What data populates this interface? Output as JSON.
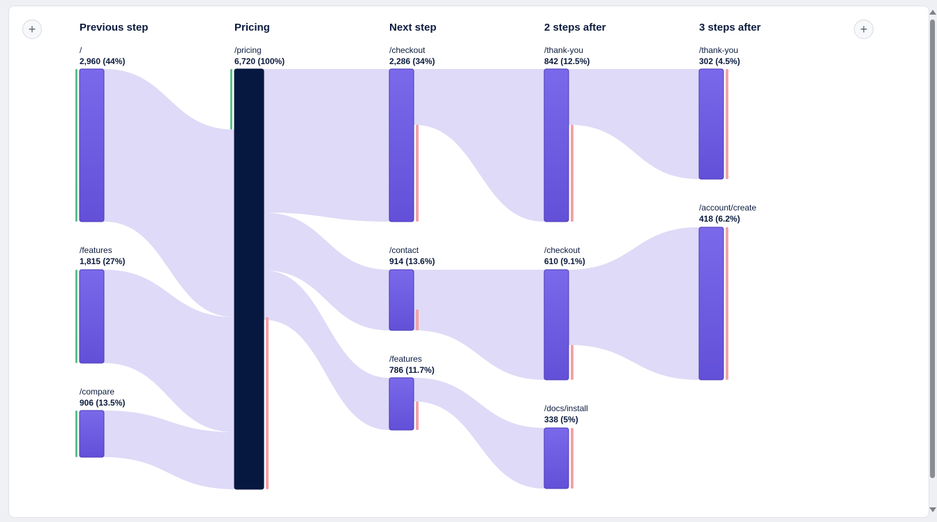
{
  "columns": [
    {
      "title": "Previous step"
    },
    {
      "title": "Pricing"
    },
    {
      "title": "Next step"
    },
    {
      "title": "2 steps after"
    },
    {
      "title": "3 steps after"
    }
  ],
  "nodes": [
    {
      "id": "prev_root",
      "col": 0,
      "path": "/",
      "count": "2,960 (44%)",
      "value": 2960,
      "highlight": false
    },
    {
      "id": "prev_features",
      "col": 0,
      "path": "/features",
      "count": "1,815 (27%)",
      "value": 1815,
      "highlight": false
    },
    {
      "id": "prev_compare",
      "col": 0,
      "path": "/compare",
      "count": "906 (13.5%)",
      "value": 906,
      "highlight": false
    },
    {
      "id": "pricing",
      "col": 1,
      "path": "/pricing",
      "count": "6,720 (100%)",
      "value": 6720,
      "highlight": true
    },
    {
      "id": "n_checkout",
      "col": 2,
      "path": "/checkout",
      "count": "2,286 (34%)",
      "value": 2286,
      "highlight": false
    },
    {
      "id": "n_contact",
      "col": 2,
      "path": "/contact",
      "count": "914 (13.6%)",
      "value": 914,
      "highlight": false
    },
    {
      "id": "n_features",
      "col": 2,
      "path": "/features",
      "count": "786 (11.7%)",
      "value": 786,
      "highlight": false
    },
    {
      "id": "s2_thankyou",
      "col": 3,
      "path": "/thank-you",
      "count": "842 (12.5%)",
      "value": 842,
      "highlight": false
    },
    {
      "id": "s2_checkout",
      "col": 3,
      "path": "/checkout",
      "count": "610 (9.1%)",
      "value": 610,
      "highlight": false
    },
    {
      "id": "s2_docs",
      "col": 3,
      "path": "/docs/install",
      "count": "338 (5%)",
      "value": 338,
      "highlight": false
    },
    {
      "id": "s3_thankyou",
      "col": 4,
      "path": "/thank-you",
      "count": "302 (4.5%)",
      "value": 302,
      "highlight": false
    },
    {
      "id": "s3_account",
      "col": 4,
      "path": "/account/create",
      "count": "418 (6.2%)",
      "value": 418,
      "highlight": false
    }
  ],
  "links": [
    {
      "source": "prev_root",
      "target": "pricing"
    },
    {
      "source": "prev_features",
      "target": "pricing"
    },
    {
      "source": "prev_compare",
      "target": "pricing"
    },
    {
      "source": "pricing",
      "target": "n_checkout"
    },
    {
      "source": "pricing",
      "target": "n_contact"
    },
    {
      "source": "pricing",
      "target": "n_features"
    },
    {
      "source": "n_checkout",
      "target": "s2_thankyou"
    },
    {
      "source": "n_contact",
      "target": "s2_checkout"
    },
    {
      "source": "n_features",
      "target": "s2_docs"
    },
    {
      "source": "s2_thankyou",
      "target": "s3_thankyou"
    },
    {
      "source": "s2_checkout",
      "target": "s3_account"
    }
  ],
  "colors": {
    "node": "#6f5ce0",
    "node_highlight": "#071840",
    "link": "#dcd8f7",
    "inflow": "#5cbf8a",
    "dropoff": "#f0a3a8"
  },
  "buttons": {
    "add_previous": "+",
    "add_next": "+"
  }
}
